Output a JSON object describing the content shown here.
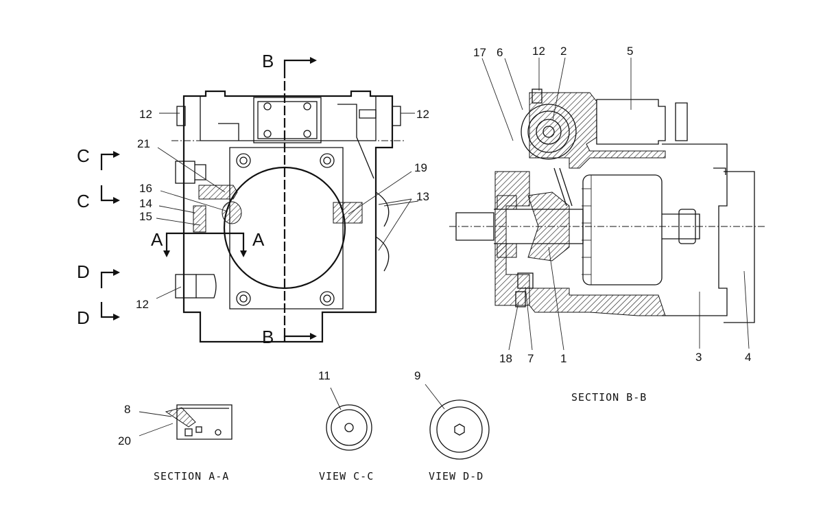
{
  "callouts": {
    "c12_left": "12",
    "c12_right": "12",
    "c12_bottom": "12",
    "c21": "21",
    "c16": "16",
    "c14": "14",
    "c15": "15",
    "c19": "19",
    "c13": "13",
    "c17": "17",
    "c6": "6",
    "c12_top": "12",
    "c2": "2",
    "c5": "5",
    "c18": "18",
    "c7": "7",
    "c1": "1",
    "c3": "3",
    "c4": "4",
    "c11": "11",
    "c9": "9",
    "c8": "8",
    "c20": "20"
  },
  "section_letters": {
    "b_top": "B",
    "b_bottom": "B",
    "c_top": "C",
    "c_bottom": "C",
    "d_top": "D",
    "d_bottom": "D",
    "a_left": "A",
    "a_right": "A"
  },
  "captions": {
    "section_bb": "SECTION B-B",
    "section_aa": "SECTION A-A",
    "view_cc": "VIEW C-C",
    "view_dd": "VIEW D-D"
  }
}
